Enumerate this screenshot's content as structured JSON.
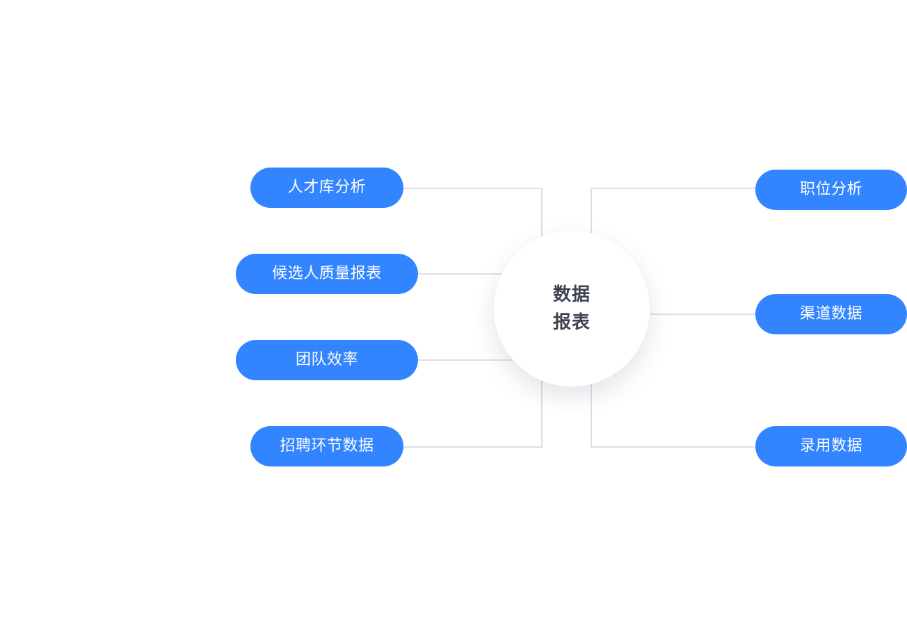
{
  "hub": {
    "line1": "数据",
    "line2": "报表"
  },
  "left_nodes": [
    "人才库分析",
    "候选人质量报表",
    "团队效率",
    "招聘环节数据"
  ],
  "right_nodes": [
    "职位分析",
    "渠道数据",
    "录用数据"
  ],
  "colors": {
    "node_fill": "#3385ff",
    "node_text": "#ffffff",
    "connector": "#dcdfe6",
    "hub_text": "#3e4250"
  }
}
